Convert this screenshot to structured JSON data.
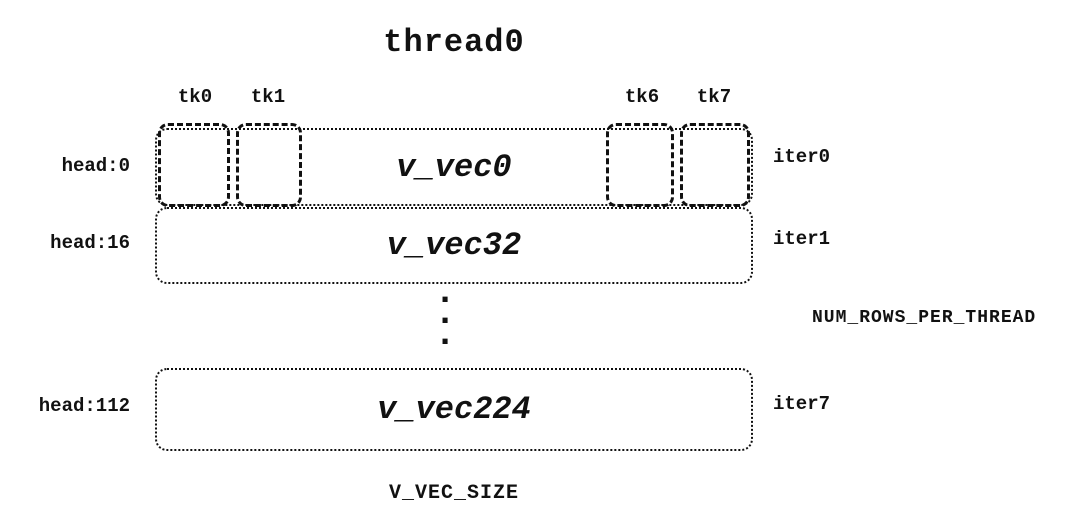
{
  "diagram": {
    "title": "thread0",
    "tk_labels": [
      "tk0",
      "tk1",
      "tk6",
      "tk7"
    ],
    "rows": [
      {
        "head": "head:0",
        "vec": "v_vec0",
        "iter": "iter0"
      },
      {
        "head": "head:16",
        "vec": "v_vec32",
        "iter": "iter1"
      },
      {
        "head": "head:112",
        "vec": "v_vec224",
        "iter": "iter7"
      }
    ],
    "ellipsis": [
      ".",
      ".",
      "."
    ],
    "num_rows_label": "NUM_ROWS_PER_THREAD",
    "v_vec_size_label": "V_VEC_SIZE",
    "colors": {
      "ink": "#111111",
      "background": "#ffffff"
    }
  }
}
